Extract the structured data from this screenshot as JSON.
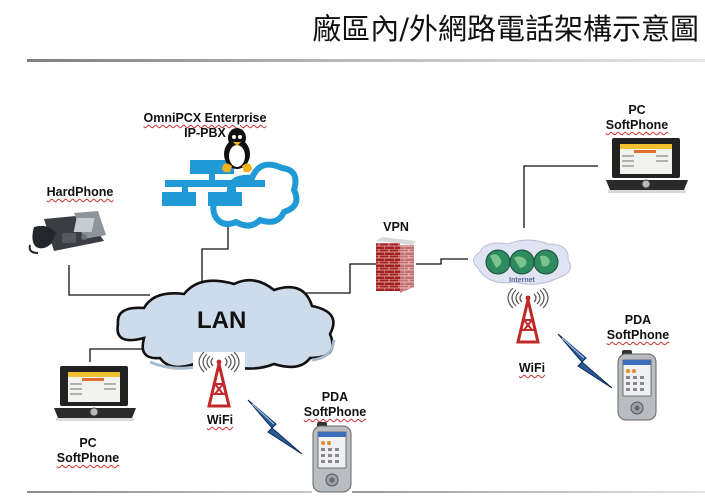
{
  "title": "廠區內/外網路電話架構示意圖",
  "nodes": {
    "pbx": {
      "line1": "OmniPCX Enterprise",
      "line2": "IP-PBX",
      "icon": "network-server-icon",
      "os_icon": "linux-penguin-icon"
    },
    "hardphone": {
      "label": "HardPhone",
      "icon": "desk-phone-icon"
    },
    "lan": {
      "label": "LAN",
      "icon": "cloud-icon"
    },
    "vpn": {
      "label": "VPN",
      "icon": "firewall-brick-icon"
    },
    "internet": {
      "label": "Internet",
      "icon": "internet-globes-cloud-icon"
    },
    "pc_softphone_top": {
      "line1": "PC",
      "line2": "SoftPhone",
      "icon": "laptop-icon"
    },
    "pc_softphone_bottom": {
      "line1": "PC",
      "line2": "SoftPhone",
      "icon": "laptop-icon"
    },
    "wifi_lan": {
      "label": "WiFi",
      "icon": "wifi-tower-icon"
    },
    "wifi_internet": {
      "label": "WiFi",
      "icon": "wifi-tower-icon"
    },
    "pda_softphone_bottom": {
      "line1": "PDA",
      "line2": "SoftPhone",
      "icon": "pda-icon"
    },
    "pda_softphone_right": {
      "line1": "PDA",
      "line2": "SoftPhone",
      "icon": "pda-icon"
    }
  },
  "colors": {
    "pbx_blue": "#1f9ad6",
    "lan_cloud": "#c9d9ea",
    "brick_red": "#b32424",
    "tower_red": "#c0282a",
    "lightning_blue": "#2a5c9a"
  }
}
